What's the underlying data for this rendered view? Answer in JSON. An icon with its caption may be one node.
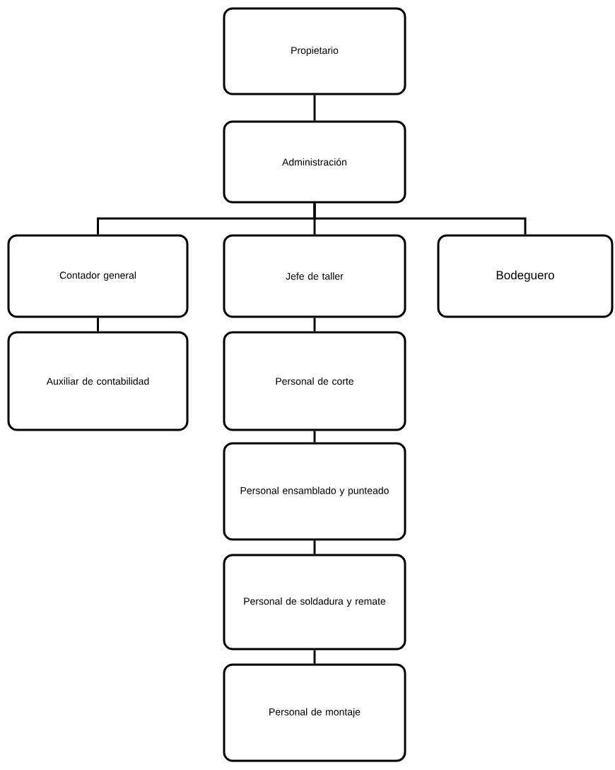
{
  "diagram": {
    "nodes": [
      {
        "text": [
          "Propietario"
        ]
      },
      {
        "text": [
          "Administración"
        ]
      },
      {
        "text": [
          "Contador general"
        ]
      },
      {
        "text": [
          "Jefe de taller"
        ]
      },
      {
        "text": [
          "Bodeguero"
        ]
      },
      {
        "text": [
          "Auxiliar de contabilidad"
        ]
      },
      {
        "text": [
          "Personal de corte"
        ]
      },
      {
        "text": [
          "Personal ensamblado y punteado"
        ]
      },
      {
        "text": [
          "Personal de soldadura y remate"
        ]
      },
      {
        "text": [
          "Personal de montaje"
        ]
      }
    ],
    "edges": [
      {
        "from": 0,
        "to": 1,
        "arrow": "none"
      },
      {
        "from": 1,
        "to": 2,
        "arrow": "none"
      },
      {
        "from": 1,
        "to": 3,
        "arrow": "none"
      },
      {
        "from": 1,
        "to": 4,
        "arrow": "none"
      },
      {
        "from": 2,
        "to": 5,
        "arrow": "none"
      },
      {
        "from": 3,
        "to": 6,
        "arrow": "none"
      },
      {
        "from": 6,
        "to": 7,
        "arrow": "none"
      },
      {
        "from": 7,
        "to": 8,
        "arrow": "none"
      },
      {
        "from": 8,
        "to": 9,
        "arrow": "none"
      }
    ]
  }
}
